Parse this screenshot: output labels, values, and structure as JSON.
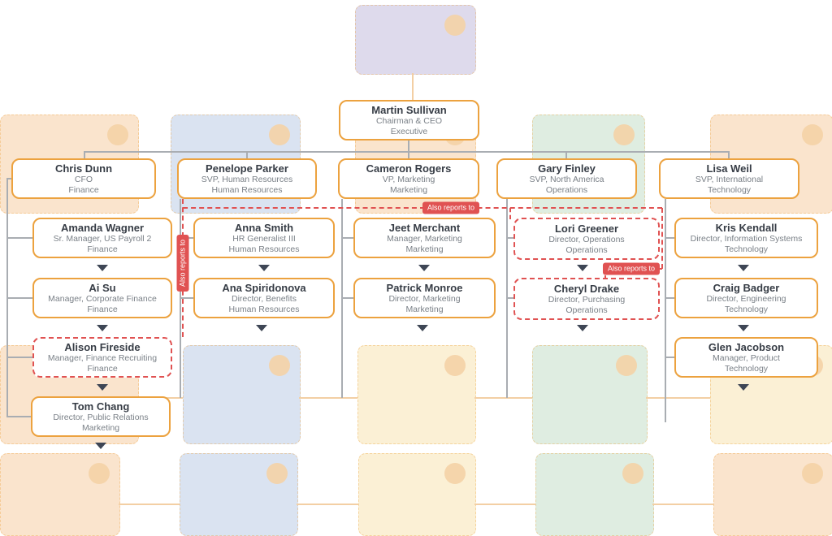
{
  "people": {
    "martin": {
      "name": "Martin Sullivan",
      "title": "Chairman & CEO",
      "dept": "Executive"
    },
    "chris": {
      "name": "Chris Dunn",
      "title": "CFO",
      "dept": "Finance"
    },
    "penelope": {
      "name": "Penelope Parker",
      "title": "SVP, Human Resources",
      "dept": "Human Resources"
    },
    "cameron": {
      "name": "Cameron Rogers",
      "title": "VP, Marketing",
      "dept": "Marketing"
    },
    "gary": {
      "name": "Gary Finley",
      "title": "SVP, North America",
      "dept": "Operations"
    },
    "lisa": {
      "name": "Lisa Weil",
      "title": "SVP, International",
      "dept": "Technology"
    },
    "amanda": {
      "name": "Amanda Wagner",
      "title": "Sr. Manager, US Payroll 2",
      "dept": "Finance"
    },
    "aisu": {
      "name": "Ai Su",
      "title": "Manager, Corporate Finance",
      "dept": "Finance"
    },
    "alison": {
      "name": "Alison Fireside",
      "title": "Manager, Finance Recruiting",
      "dept": "Finance"
    },
    "tom": {
      "name": "Tom Chang",
      "title": "Director, Public Relations",
      "dept": "Marketing"
    },
    "anna": {
      "name": "Anna Smith",
      "title": "HR Generalist III",
      "dept": "Human Resources"
    },
    "ana": {
      "name": "Ana Spiridonova",
      "title": "Director, Benefits",
      "dept": "Human Resources"
    },
    "jeet": {
      "name": "Jeet Merchant",
      "title": "Manager, Marketing",
      "dept": "Marketing"
    },
    "patrick": {
      "name": "Patrick Monroe",
      "title": "Director, Marketing",
      "dept": "Marketing"
    },
    "lori": {
      "name": "Lori Greener",
      "title": "Director, Operations",
      "dept": "Operations"
    },
    "cheryl": {
      "name": "Cheryl Drake",
      "title": "Director, Purchasing",
      "dept": "Operations"
    },
    "kris": {
      "name": "Kris Kendall",
      "title": "Director, Information Systems",
      "dept": "Technology"
    },
    "craig": {
      "name": "Craig Badger",
      "title": "Director, Engineering",
      "dept": "Technology"
    },
    "glen": {
      "name": "Glen Jacobson",
      "title": "Manager, Product",
      "dept": "Technology"
    }
  },
  "annotations": {
    "also_reports_to": "Also reports to"
  },
  "colors": {
    "node_border": "#ECA23F",
    "dashed_report_border": "#E05252",
    "annotation_bg": "#E05252",
    "connector_gray": "#A9ADB2",
    "connector_orange": "#F3CFA4",
    "name_text": "#363C45",
    "subtitle_text": "#7A8087",
    "card_peach": "#FAE4CD",
    "card_blue": "#DAE3F1",
    "card_yellow": "#FBF0D5",
    "card_green": "#DFEDE1",
    "card_lavender": "#DEDAEC",
    "card_circle": "#F4D2A6",
    "collapse_arrow": "#3E4655"
  }
}
